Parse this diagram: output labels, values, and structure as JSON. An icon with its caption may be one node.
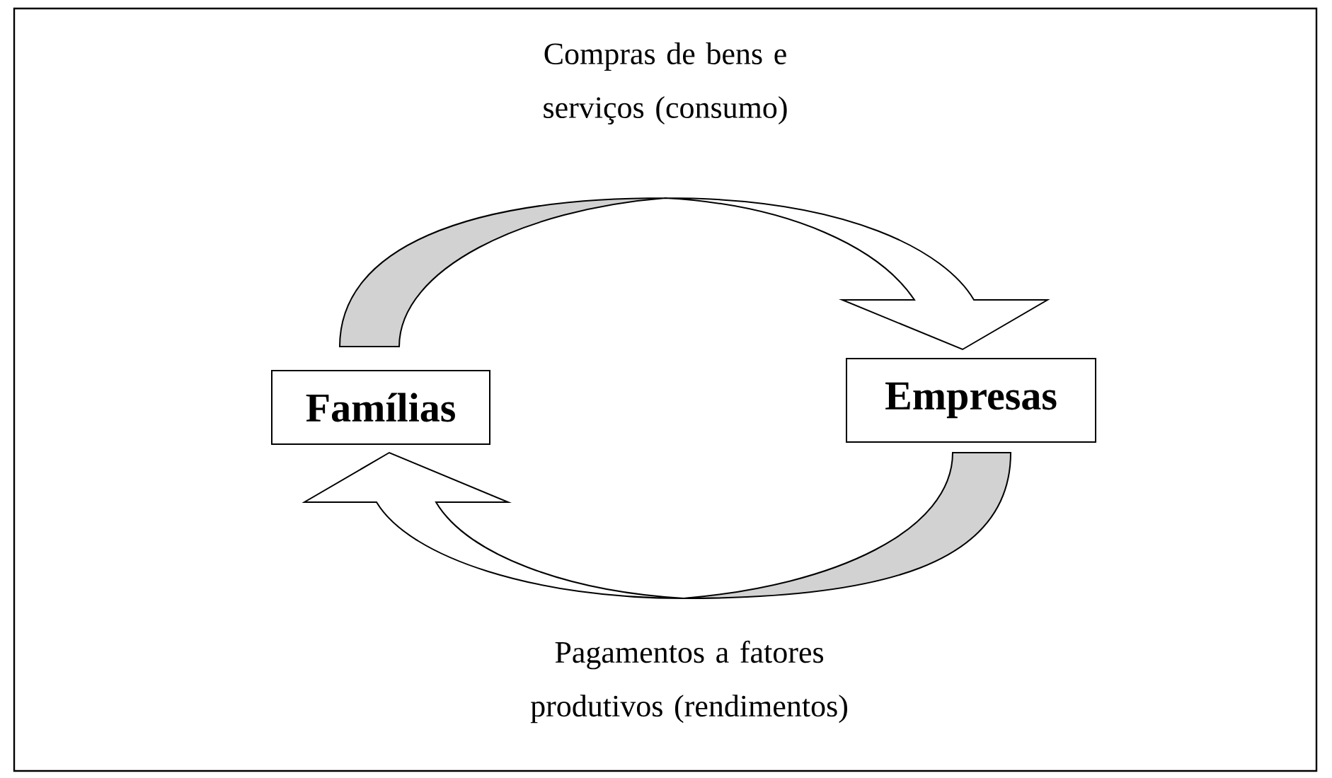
{
  "diagram": {
    "nodes": [
      {
        "text": [
          "Famílias"
        ]
      },
      {
        "text": [
          "Empresas"
        ]
      }
    ],
    "edges": [
      {
        "from": 0,
        "to": 1,
        "arrow": "to",
        "label": "Compras de bens e serviços (consumo)"
      },
      {
        "from": 1,
        "to": 0,
        "arrow": "to",
        "label": "Pagamentos a fatores produtivos (rendimentos)"
      }
    ]
  }
}
